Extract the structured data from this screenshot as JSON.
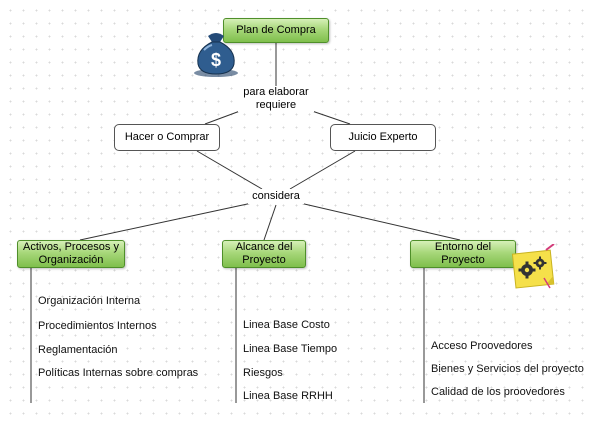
{
  "root": {
    "label": "Plan de Compra",
    "icon": "money-bag-icon"
  },
  "link_top": {
    "label": "para elaborar\nrequiere"
  },
  "inputs": [
    {
      "label": "Hacer o Comprar"
    },
    {
      "label": "Juicio Experto"
    }
  ],
  "link_mid": {
    "label": "considera"
  },
  "branches": [
    {
      "label": "Activos, Procesos y\nOrganización",
      "items": [
        "Organización Interna",
        "Procedimientos Internos",
        "Reglamentación",
        "Políticas Internas sobre compras"
      ]
    },
    {
      "label": "Alcance del\nProyecto",
      "items": [
        "Linea Base Costo",
        "Linea Base Tiempo",
        "Riesgos",
        "Linea Base RRHH"
      ]
    },
    {
      "label": "Entorno del\nProyecto",
      "icon": "gears-note-icon",
      "items": [
        "Acceso Proovedores",
        "Bienes y Servicios del proyecto",
        "Calidad de los proovedores"
      ]
    }
  ],
  "colors": {
    "node_green": "#9fd06e",
    "node_border": "#4f8f2a",
    "line": "#333333"
  }
}
